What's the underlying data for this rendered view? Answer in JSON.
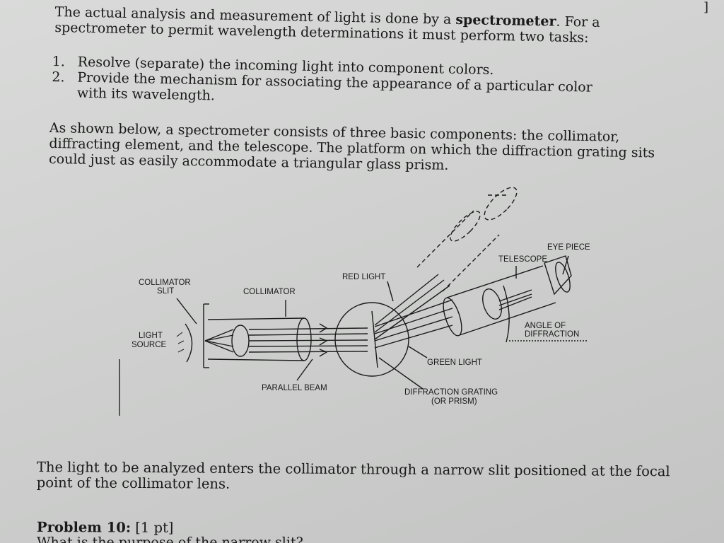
{
  "intro": {
    "before": "The actual analysis and measurement of light is done by a ",
    "bold": "spectrometer",
    "after": ". For a spectrometer to permit wavelength determinations it must perform two tasks:"
  },
  "tasks": [
    {
      "num": "1.",
      "text": "Resolve (separate) the incoming light into component colors."
    },
    {
      "num": "2.",
      "text": "Provide the mechanism for associating the appearance of a particular color with its wavelength."
    }
  ],
  "components_text": "As shown below, a spectrometer consists of three basic components: the collimator, diffracting element, and the telescope. The platform on which the diffraction grating sits could just as easily accommodate a triangular glass prism.",
  "diagram": {
    "labels": {
      "collimator_slit_1": "COLLIMATOR",
      "collimator_slit_2": "SLIT",
      "collimator": "COLLIMATOR",
      "light_source_1": "LIGHT",
      "light_source_2": "SOURCE",
      "red_light": "RED LIGHT",
      "telescope": "TELESCOPE",
      "eye_piece": "EYE PIECE",
      "angle_1": "ANGLE OF",
      "angle_2": "DIFFRACTION",
      "green_light": "GREEN LIGHT",
      "parallel_beam": "PARALLEL BEAM",
      "grating_1": "DIFFRACTION GRATING",
      "grating_2": "(OR PRISM)"
    }
  },
  "slit_text": "The light to be analyzed enters the collimator through a narrow slit positioned at the focal point of the collimator lens.",
  "problem": {
    "label": "Problem 10:",
    "points": "[1 pt]",
    "cutoff": "What is the purpose of the narrow slit?"
  },
  "corner_mark": "]"
}
